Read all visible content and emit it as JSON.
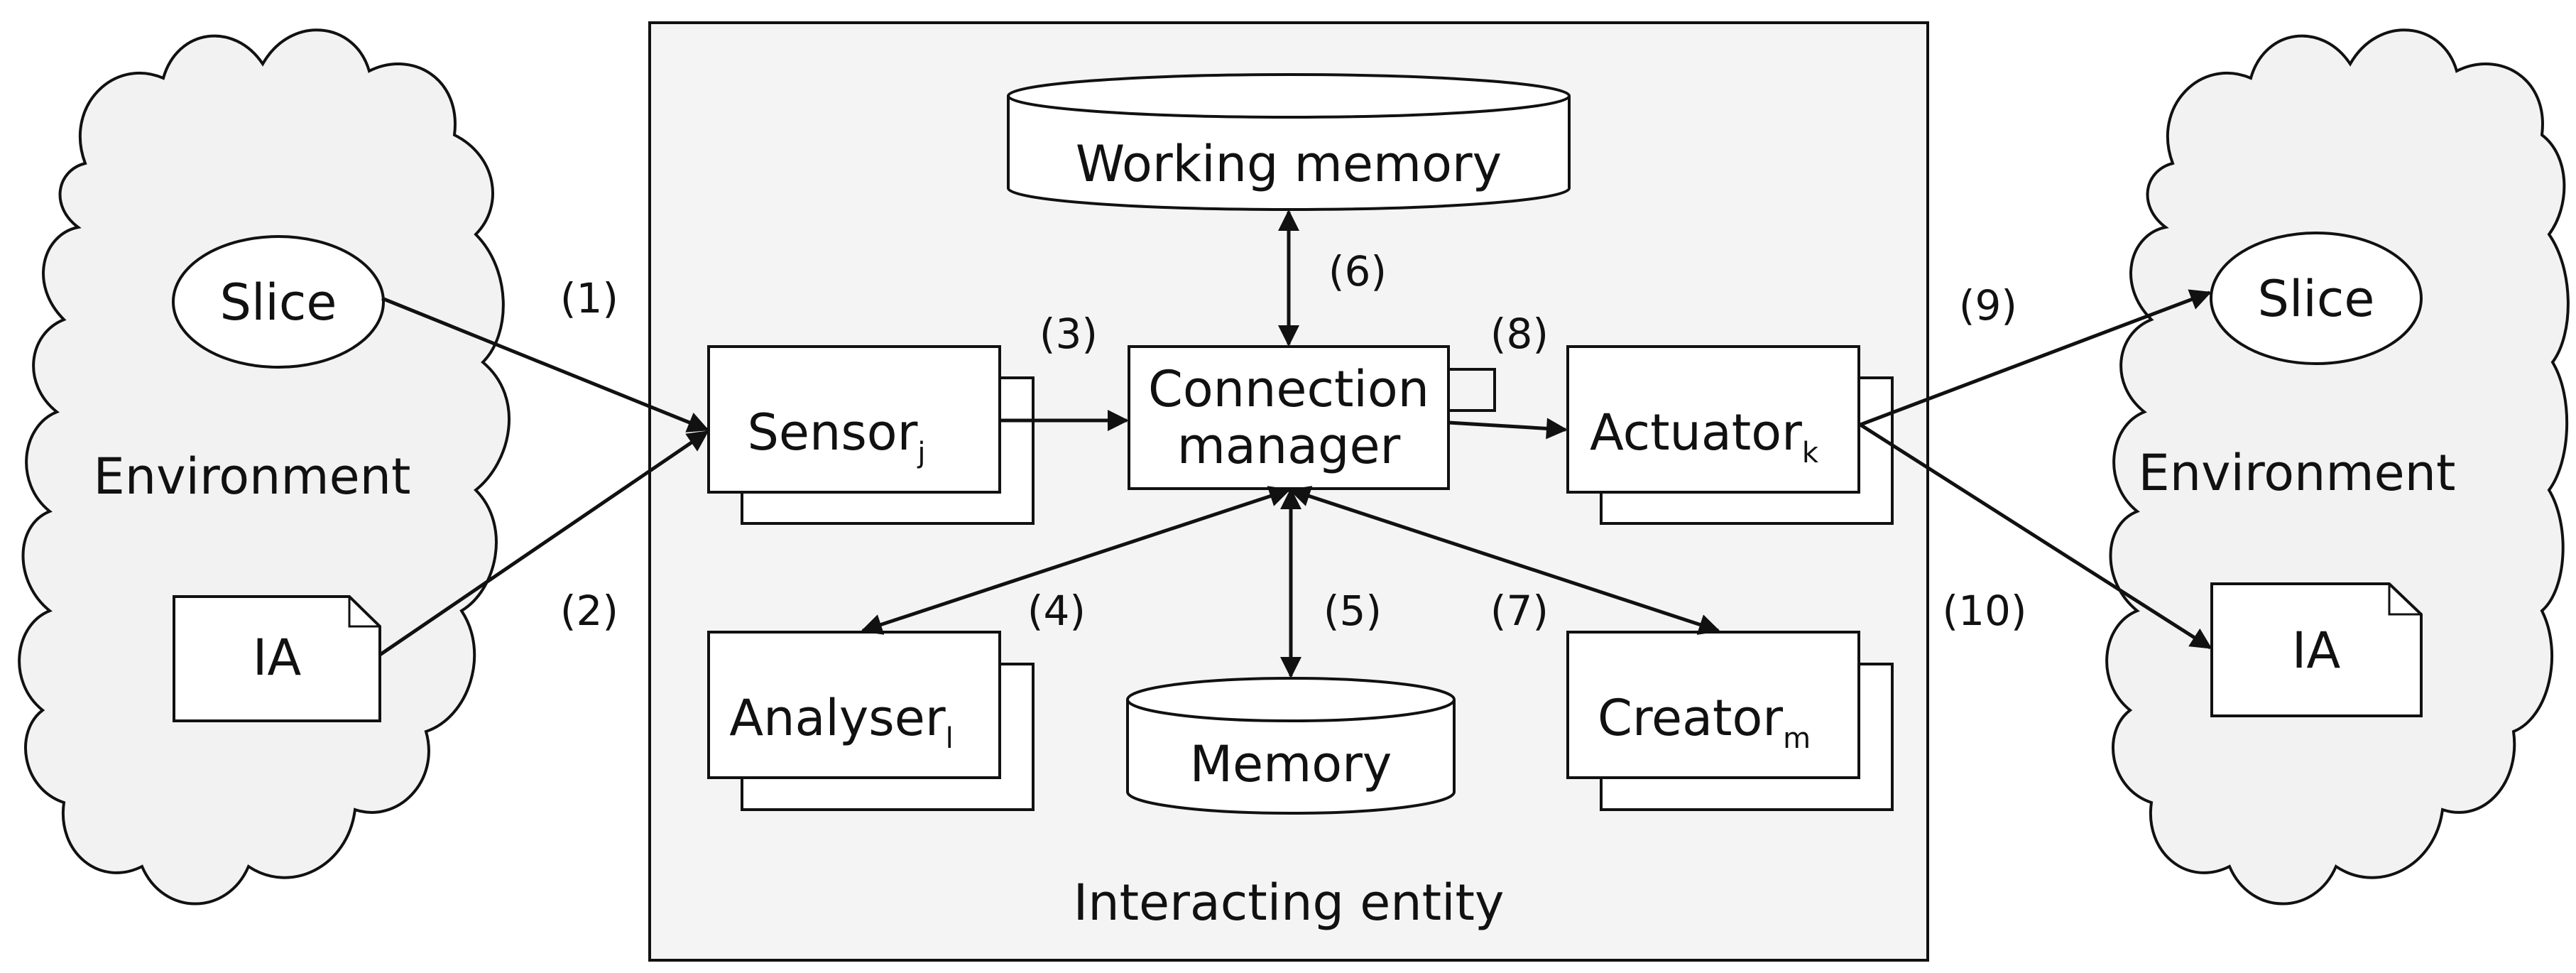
{
  "colors": {
    "stroke": "#111111",
    "entity_fill": "#f4f4f4",
    "cloud_fill": "#f2f2f2",
    "box_fill": "#ffffff"
  },
  "entity": {
    "label": "Interacting entity"
  },
  "env_left": {
    "label": "Environment",
    "slice": "Slice",
    "ia": "IA"
  },
  "env_right": {
    "label": "Environment",
    "slice": "Slice",
    "ia": "IA"
  },
  "working_memory": {
    "label": "Working memory"
  },
  "memory": {
    "label": "Memory"
  },
  "connection_manager": {
    "line1": "Connection",
    "line2": "manager"
  },
  "sensor": {
    "label": "Sensor",
    "sub": "j"
  },
  "actuator": {
    "label": "Actuator",
    "sub": "k"
  },
  "analyser": {
    "label": "Analyser",
    "sub": "l"
  },
  "creator": {
    "label": "Creator",
    "sub": "m"
  },
  "steps": {
    "s1": "(1)",
    "s2": "(2)",
    "s3": "(3)",
    "s4": "(4)",
    "s5": "(5)",
    "s6": "(6)",
    "s7": "(7)",
    "s8": "(8)",
    "s9": "(9)",
    "s10": "(10)"
  }
}
